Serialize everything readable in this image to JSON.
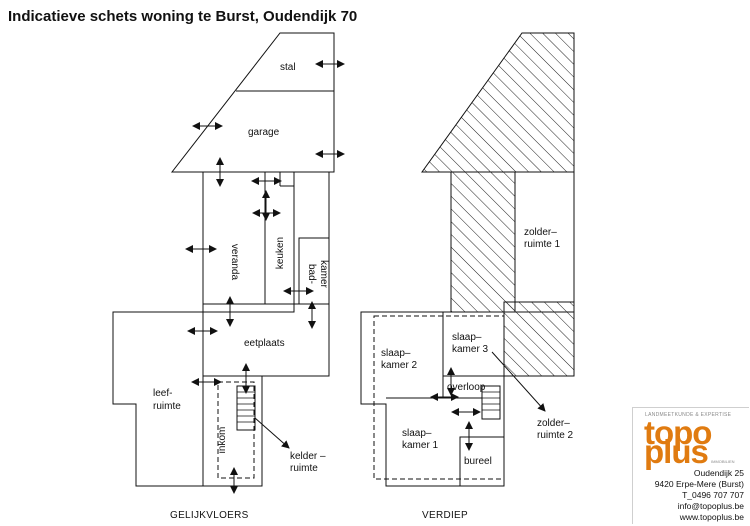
{
  "title": "Indicatieve schets woning te Burst, Oudendijk 70",
  "ground_floor": {
    "caption": "GELIJKVLOERS",
    "rooms": {
      "stal": "stal",
      "garage": "garage",
      "veranda": "veranda",
      "keuken": "keuken",
      "badkamer_1": "bad-",
      "badkamer_2": "kamer",
      "eetplaats": "eetplaats",
      "leefruimte_1": "leef-",
      "leefruimte_2": "ruimte",
      "inkom": "inkom",
      "kelderruimte_1": "kelder  –",
      "kelderruimte_2": "ruimte"
    }
  },
  "upper_floor": {
    "caption": "VERDIEP",
    "rooms": {
      "zolderruimte1_1": "zolder–",
      "zolderruimte1_2": "ruimte  1",
      "slaapkamer3_1": "slaap–",
      "slaapkamer3_2": "kamer  3",
      "slaapkamer2_1": "slaap–",
      "slaapkamer2_2": "kamer  2",
      "overloop": "overloop",
      "slaapkamer1_1": "slaap–",
      "slaapkamer1_2": "kamer  1",
      "bureel": "bureel",
      "zolderruimte2_1": "zolder–",
      "zolderruimte2_2": "ruimte  2"
    }
  },
  "logo": {
    "tagline": "LANDMEETKUNDE & EXPERTISE",
    "word1": "topo",
    "word2": "plus",
    "subline": "IMMOBILIEN"
  },
  "contact": {
    "street": "Oudendijk 25",
    "city": "9420 Erpe-Mere (Burst)",
    "phone": "T_0496 707 707",
    "email": "info@topoplus.be",
    "web": "www.topoplus.be"
  },
  "colors": {
    "brand_orange": "#e07b10",
    "line": "#111111"
  }
}
